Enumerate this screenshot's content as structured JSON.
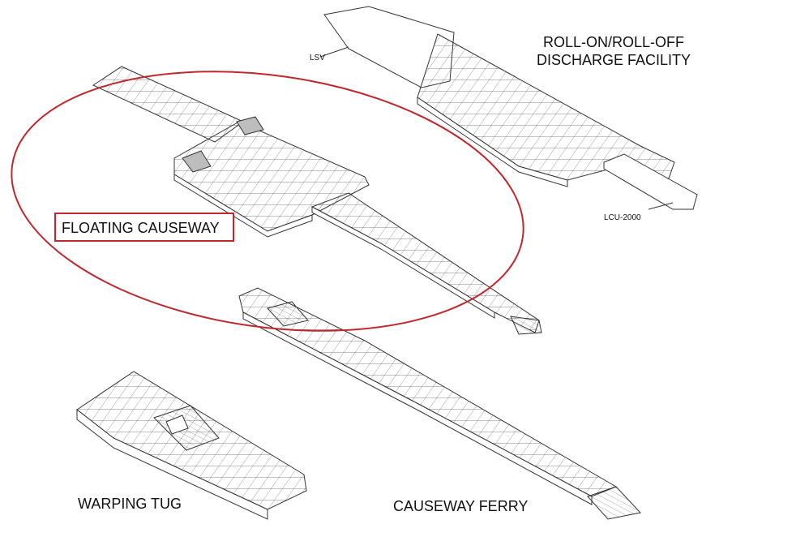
{
  "labels": {
    "rollon_line1": "ROLL-ON/ROLL-OFF",
    "rollon_line2": "DISCHARGE FACILITY",
    "lsv": "LSV",
    "lcu": "LCU-2000",
    "floating_causeway": "FLOATING CAUSEWAY",
    "warping_tug": "WARPING TUG",
    "causeway_ferry": "CAUSEWAY FERRY"
  },
  "colors": {
    "line": "#333333",
    "highlight": "#c0282d",
    "deck_shade": "#bdbdbd",
    "background": "#ffffff"
  }
}
